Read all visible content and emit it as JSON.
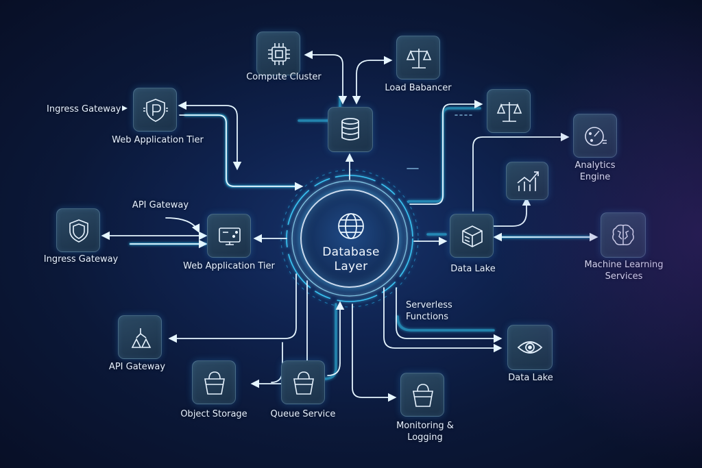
{
  "hub": {
    "title": "Database Layer",
    "title_line1": "Database",
    "title_line2": "Layer",
    "icon": "globe-icon"
  },
  "nodes": {
    "compute_cluster": {
      "label": "Compute Cluster",
      "icon": "cpu-chip-icon"
    },
    "load_balancer_top": {
      "label": "Load Babancer",
      "icon": "balance-scale-icon"
    },
    "database_server": {
      "icon": "database-icon"
    },
    "load_balancer_right": {
      "icon": "balance-scale-icon"
    },
    "analytics_engine": {
      "label_line1": "Analytics",
      "label_line2": "Engine",
      "icon": "analytics-gauge-icon"
    },
    "metrics_chart": {
      "icon": "trend-chart-icon"
    },
    "data_lake_mid": {
      "label": "Data Lake",
      "icon": "storage-cube-icon"
    },
    "machine_learning": {
      "label_line1": "Machine Learning",
      "label_line2": "Services",
      "icon": "brain-icon"
    },
    "web_application_tier_top": {
      "label": "Web Application Tier",
      "icon": "shield-p-icon"
    },
    "ingress_gateway_top": {
      "label": "Ingress Gateway"
    },
    "ingress_gateway_left": {
      "label": "Ingress Gateway",
      "icon": "shield-icon"
    },
    "api_gateway_top": {
      "label": "API Gateway"
    },
    "web_application_tier_mid": {
      "label": "Web Application Tier",
      "icon": "browser-window-icon"
    },
    "api_gateway_bottom": {
      "label": "API Gateway",
      "icon": "network-triangles-icon"
    },
    "object_storage": {
      "label": "Object Storage",
      "icon": "bucket-icon"
    },
    "queue_service": {
      "label": "Queue Service",
      "icon": "bucket-icon"
    },
    "monitoring_logging": {
      "label_line1": "Monitoring &",
      "label_line2": "Logging",
      "icon": "bucket-icon"
    },
    "serverless_functions": {
      "label_line1": "Serverless",
      "label_line2": "Functions"
    },
    "data_lake_bottom": {
      "label": "Data Lake",
      "icon": "eye-icon"
    }
  },
  "colors": {
    "background": "#0b1838",
    "wire": "#dff3ff",
    "wire_glow": "#35d6ff",
    "node_fill": "#24405a",
    "label": "#e8f2ff"
  }
}
